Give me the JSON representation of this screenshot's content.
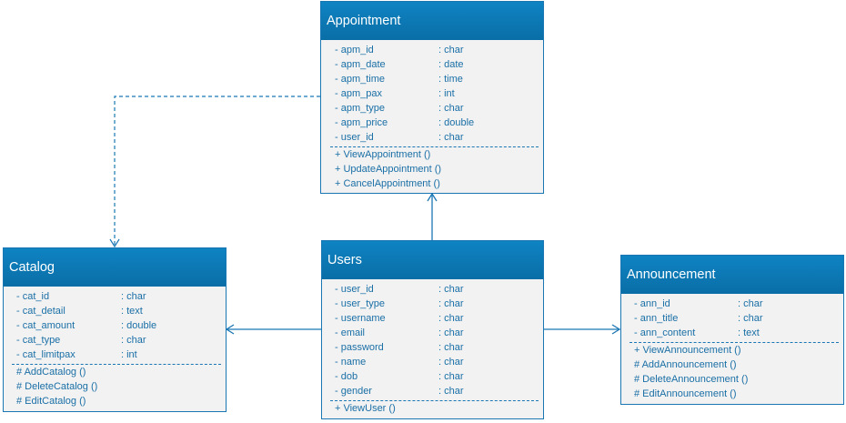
{
  "colors": {
    "header_top": "#0f83c3",
    "header_bottom": "#0a6ea6",
    "text": "#1a6fa6",
    "body_bg": "#f2f2f2",
    "line": "#1b77b4"
  },
  "classes": {
    "appointment": {
      "name": "Appointment",
      "attributes": [
        {
          "name": "- apm_id",
          "type": ": char"
        },
        {
          "name": "- apm_date",
          "type": ": date"
        },
        {
          "name": "- apm_time",
          "type": ": time"
        },
        {
          "name": "- apm_pax",
          "type": ": int"
        },
        {
          "name": "- apm_type",
          "type": ": char"
        },
        {
          "name": "- apm_price",
          "type": ": double"
        },
        {
          "name": "- user_id",
          "type": ": char"
        }
      ],
      "methods": [
        "+ ViewAppointment ()",
        "+ UpdateAppointment ()",
        "+ CancelAppointment ()"
      ]
    },
    "catalog": {
      "name": "Catalog",
      "attributes": [
        {
          "name": "- cat_id",
          "type": ": char"
        },
        {
          "name": "- cat_detail",
          "type": ": text"
        },
        {
          "name": "- cat_amount",
          "type": ": double"
        },
        {
          "name": "- cat_type",
          "type": ": char"
        },
        {
          "name": "- cat_limitpax",
          "type": ": int"
        }
      ],
      "methods": [
        "# AddCatalog ()",
        "# DeleteCatalog ()",
        "# EditCatalog ()"
      ]
    },
    "users": {
      "name": "Users",
      "attributes": [
        {
          "name": "- user_id",
          "type": ": char"
        },
        {
          "name": "- user_type",
          "type": ": char"
        },
        {
          "name": "- username",
          "type": ": char"
        },
        {
          "name": "- email",
          "type": ": char"
        },
        {
          "name": "- password",
          "type": ": char"
        },
        {
          "name": "- name",
          "type": ": char"
        },
        {
          "name": "- dob",
          "type": ": char"
        },
        {
          "name": "- gender",
          "type": ": char"
        }
      ],
      "methods": [
        "+ ViewUser ()"
      ]
    },
    "announcement": {
      "name": "Announcement",
      "attributes": [
        {
          "name": "- ann_id",
          "type": ": char"
        },
        {
          "name": "- ann_title",
          "type": ": char"
        },
        {
          "name": "- ann_content",
          "type": ": text"
        }
      ],
      "methods": [
        "+ ViewAnnouncement ()",
        "# AddAnnouncement ()",
        "# DeleteAnnouncement ()",
        "# EditAnnouncement ()"
      ]
    }
  },
  "connections": [
    {
      "from": "users",
      "to": "appointment",
      "style": "solid"
    },
    {
      "from": "users",
      "to": "catalog",
      "style": "solid"
    },
    {
      "from": "users",
      "to": "announcement",
      "style": "solid"
    },
    {
      "from": "appointment",
      "to": "catalog",
      "style": "dashed"
    }
  ]
}
